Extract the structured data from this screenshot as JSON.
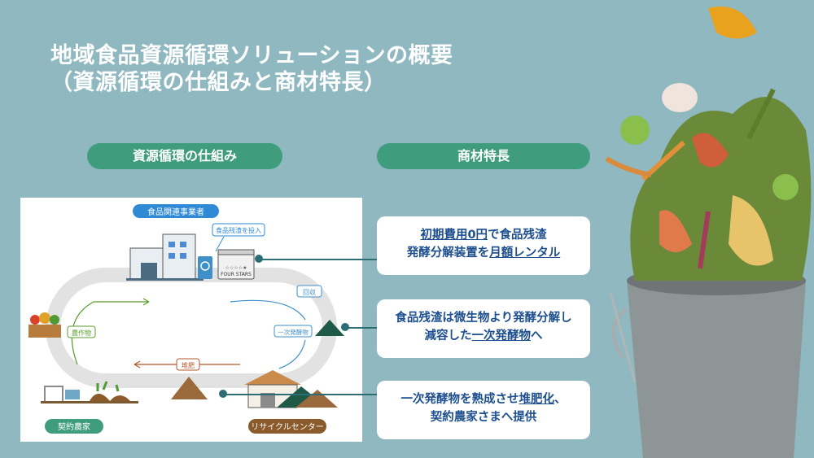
{
  "title": {
    "line1": "地域食品資源循環ソリューションの概要",
    "line2": "（資源循環の仕組みと商材特長）"
  },
  "sections": {
    "left_label": "資源循環の仕組み",
    "right_label": "商材特長"
  },
  "diagram": {
    "top_label": "食品関連事業者",
    "bag_label": "食品残渣を投入",
    "machine_brand": "FOUR STARS",
    "machine_stars": "☆☆☆☆★",
    "collect": "回収",
    "primary": "一次発酵物",
    "compost": "堆肥",
    "crops": "農作物",
    "farm_label": "契約農家",
    "center_label": "リサイクルセンター"
  },
  "features": [
    {
      "line1": [
        {
          "t": "初期費用0円",
          "u": true
        },
        {
          "t": "で食品残渣",
          "u": false
        }
      ],
      "line2": [
        {
          "t": "発酵分解装置を",
          "u": false
        },
        {
          "t": "月額レンタル",
          "u": true
        }
      ]
    },
    {
      "line1": [
        {
          "t": "食品残渣は微生物より発酵分解し",
          "u": false
        }
      ],
      "line2": [
        {
          "t": "減容した",
          "u": false
        },
        {
          "t": "一次発酵物",
          "u": true
        },
        {
          "t": "へ",
          "u": false
        }
      ]
    },
    {
      "line1": [
        {
          "t": "一次発酵物を熟成させ",
          "u": false
        },
        {
          "t": "堆肥化",
          "u": true
        },
        {
          "t": "、",
          "u": false
        }
      ],
      "line2": [
        {
          "t": "契約農家さまへ提供",
          "u": false
        }
      ]
    }
  ],
  "colors": {
    "background": "#8fb8c0",
    "pill": "#3f9d7e",
    "feature_text": "#1d4f8f",
    "farm_badge": "#3f9d7e",
    "center_badge": "#8a5a2b",
    "top_badge": "#2f8ad6"
  }
}
